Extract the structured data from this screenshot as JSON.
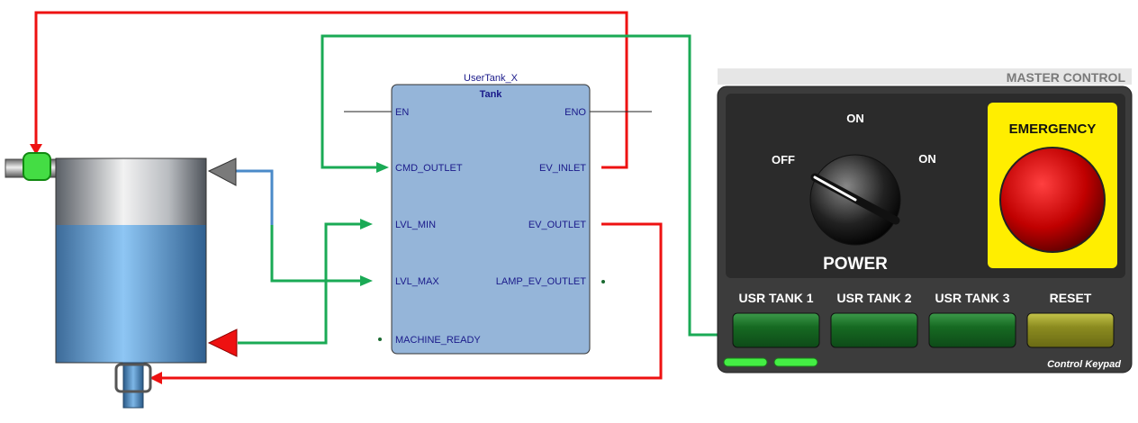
{
  "function_block": {
    "instance_name": "UserTank_X",
    "type_name": "Tank",
    "inputs": [
      "EN",
      "CMD_OUTLET",
      "LVL_MIN",
      "LVL_MAX",
      "MACHINE_READY"
    ],
    "outputs": [
      "ENO",
      "EV_INLET",
      "EV_OUTLET",
      "LAMP_EV_OUTLET"
    ]
  },
  "master_control": {
    "title": "MASTER CONTROL",
    "selector": {
      "label": "POWER",
      "positions": [
        "OFF",
        "ON",
        "ON"
      ],
      "current": "OFF"
    },
    "emergency": {
      "label": "EMERGENCY"
    },
    "keypad": {
      "label": "Control Keypad",
      "buttons": [
        "USR TANK 1",
        "USR TANK 2",
        "USR TANK 3",
        "RESET"
      ]
    }
  },
  "colors": {
    "wire_green": "#1aaa55",
    "wire_red": "#ee1111",
    "wire_blue": "#4a8ac8",
    "block_fill": "#95b5d9",
    "panel_dark": "#3c3c3c",
    "emergency_yellow": "#ffee00",
    "keypad_green": "#1f7a2c",
    "reset_olive": "#9a9a22"
  },
  "tank": {
    "level_fraction": 0.68
  }
}
